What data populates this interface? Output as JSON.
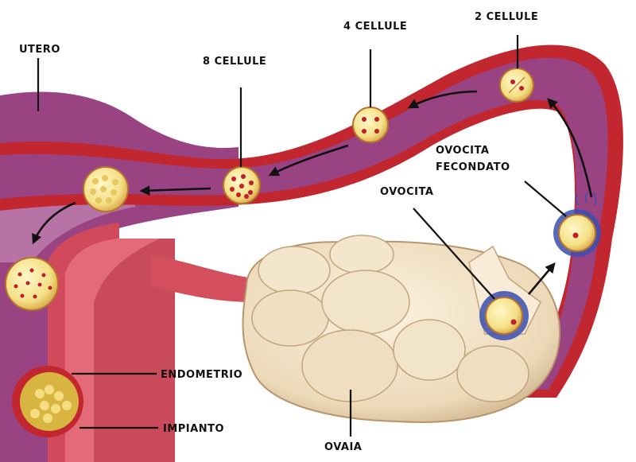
{
  "labels": {
    "utero": "UTERO",
    "otto_cellule": "8 CELLULE",
    "quattro_cellule": "4 CELLULE",
    "due_cellule": "2 CELLULE",
    "ovocita_fecondato_line1": "OVOCITA",
    "ovocita_fecondato_line2": "FECONDATO",
    "ovocita": "OVOCITA",
    "endometrio": "ENDOMETRIO",
    "impianto": "IMPIANTO",
    "ovaia": "OVAIA"
  },
  "colors": {
    "tissue_purple": "#8e3c78",
    "tissue_light": "#b86aa6",
    "tube_red": "#c2262e",
    "endometrium_pink": "#e0596a",
    "ovary_cream": "#f1e3c8",
    "cell_yellow": "#f6e79a",
    "nucleus_red": "#c21d2a",
    "sperm_blue": "#3a4fb0"
  },
  "icons": {
    "flow_arrow": "arrow-icon",
    "cell": "cell-icon"
  }
}
